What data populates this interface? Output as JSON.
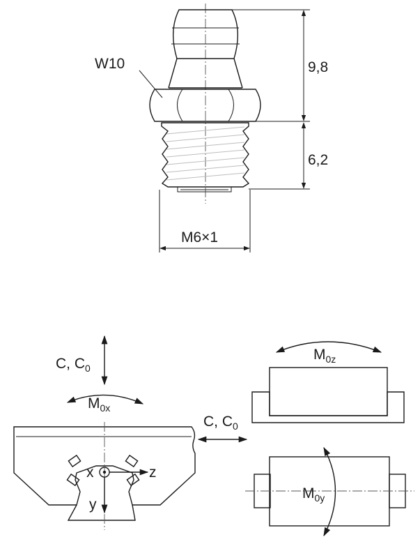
{
  "nipple": {
    "wrench_label": "W10",
    "height_label": "9,8",
    "thread_length_label": "6,2",
    "thread_label": "M6×1"
  },
  "loads": {
    "force_label_main": "C, C",
    "force_sub": "0",
    "moment_symbol": "M",
    "mx_sub": "0x",
    "my_sub": "0y",
    "mz_sub": "0z",
    "axis_x": "x",
    "axis_y": "y",
    "axis_z": "z"
  }
}
